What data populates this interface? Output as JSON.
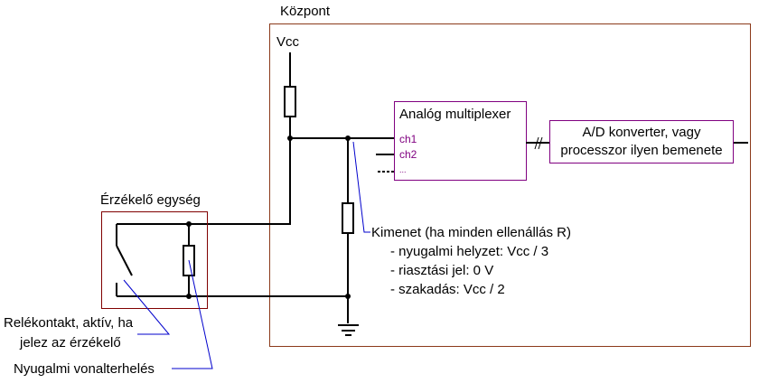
{
  "title": "Érzékelő vonal bekötése – kapcsolási rajz",
  "colors": {
    "wire": "#000000",
    "central_box": "#8B3A1A",
    "sensor_box": "#800000",
    "block_border": "#800080",
    "channel_text": "#800080",
    "pointer": "#0000CC"
  },
  "central": {
    "label": "Központ",
    "vcc_label": "Vcc"
  },
  "multiplexer": {
    "title": "Analóg multiplexer",
    "channels": [
      "ch1",
      "ch2",
      "..."
    ]
  },
  "adc": {
    "line1": "A/D konverter, vagy",
    "line2": "processzor ilyen bemenete"
  },
  "sensor_unit": {
    "label": "Érzékelő egység"
  },
  "output_note": {
    "heading": "Kimenet (ha minden ellenállás R)",
    "items": [
      "- nyugalmi helyzet: Vcc / 3",
      "- riasztási jel: 0 V",
      "- szakadás: Vcc / 2"
    ]
  },
  "annotations": {
    "relay_line1": "Relékontakt, aktív, ha",
    "relay_line2": "jelez az érzékelő",
    "load": "Nyugalmi vonalterhelés"
  }
}
